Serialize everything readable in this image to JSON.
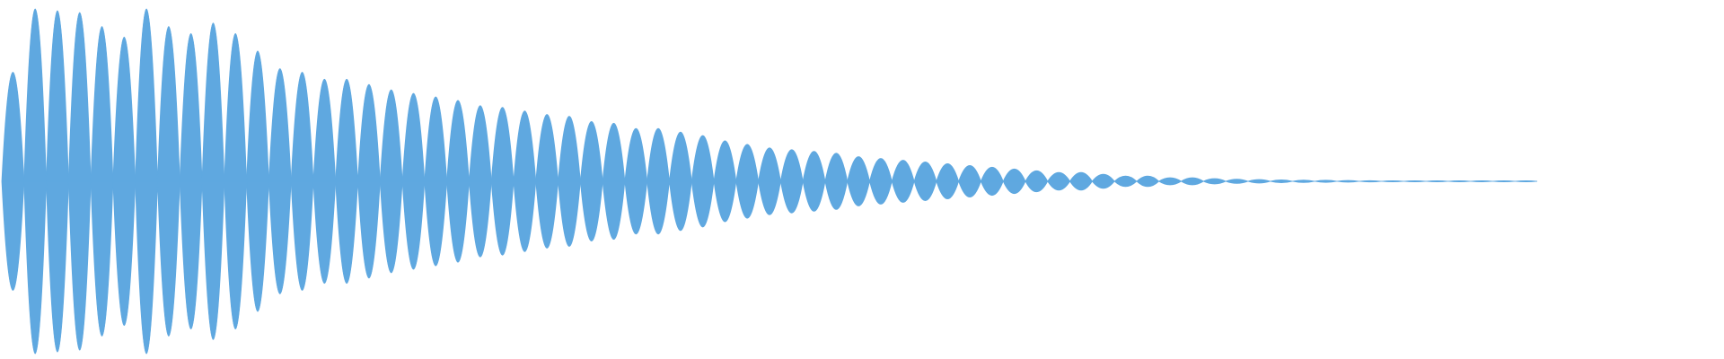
{
  "waveform": {
    "color": "#5fa8e0",
    "background": "#ffffff",
    "lobe_peaks": [
      0.62,
      0.98,
      0.97,
      0.96,
      0.88,
      0.82,
      0.98,
      0.88,
      0.84,
      0.9,
      0.84,
      0.74,
      0.64,
      0.62,
      0.58,
      0.58,
      0.55,
      0.52,
      0.5,
      0.48,
      0.46,
      0.43,
      0.42,
      0.4,
      0.38,
      0.37,
      0.34,
      0.33,
      0.3,
      0.3,
      0.28,
      0.26,
      0.23,
      0.21,
      0.19,
      0.18,
      0.17,
      0.16,
      0.14,
      0.13,
      0.12,
      0.11,
      0.1,
      0.09,
      0.08,
      0.07,
      0.06,
      0.05,
      0.05,
      0.04,
      0.03,
      0.03,
      0.02,
      0.02,
      0.015,
      0.012,
      0.01,
      0.008,
      0.007,
      0.006,
      0.005,
      0.004,
      0.003,
      0.003,
      0.002,
      0.002,
      0.002,
      0.002,
      0.001
    ]
  }
}
